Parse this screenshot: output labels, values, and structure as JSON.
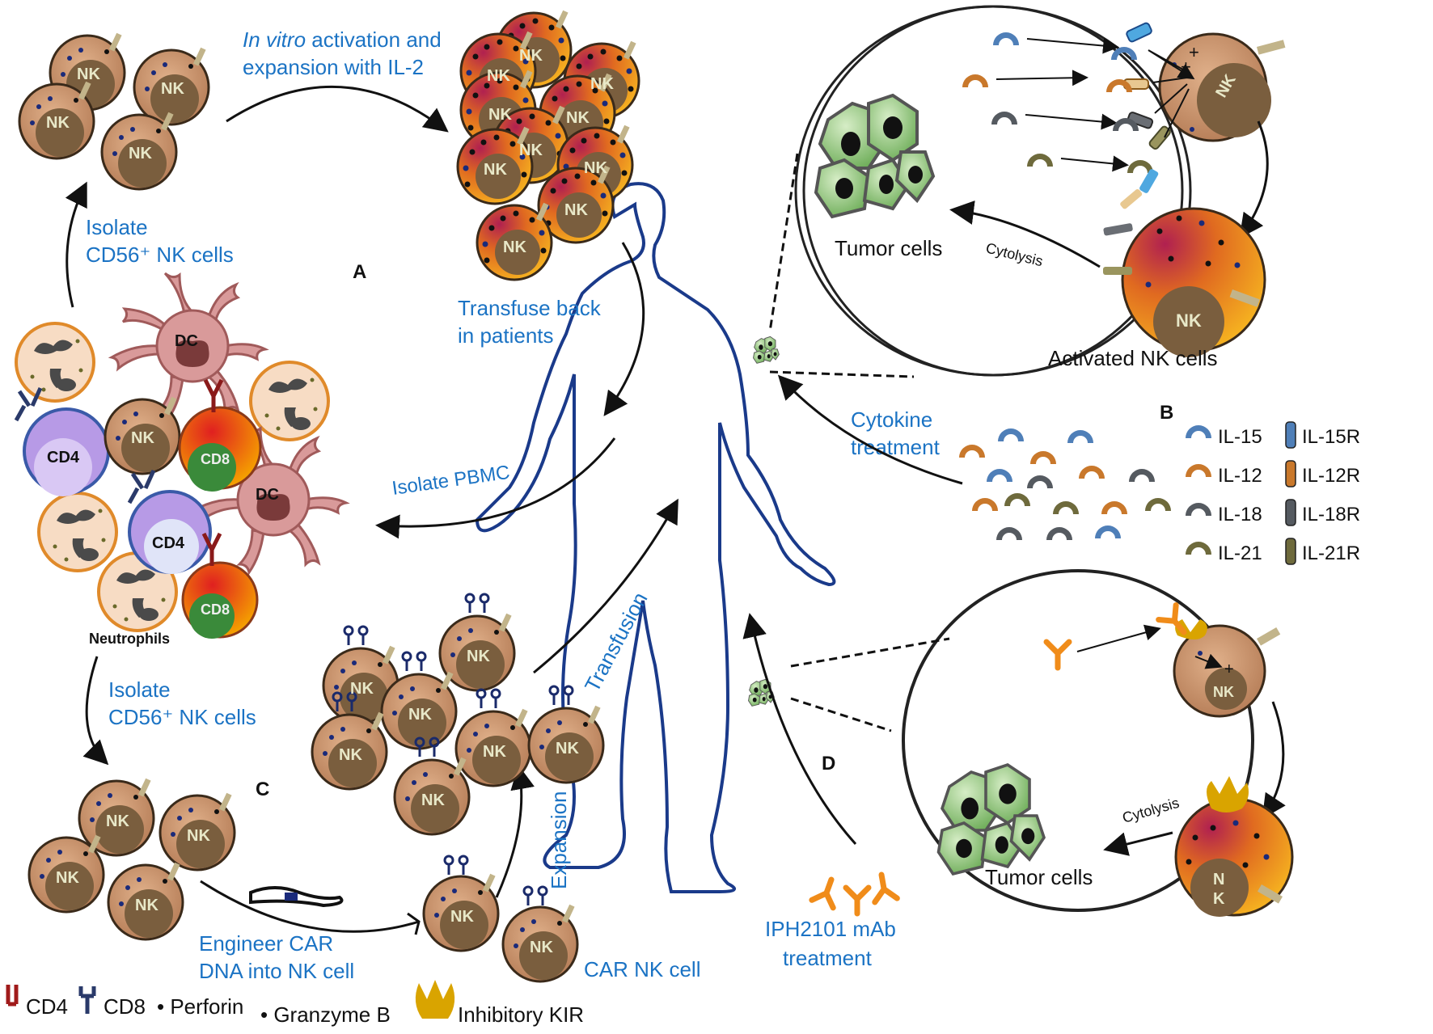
{
  "labels": {
    "A": "A",
    "B": "B",
    "C": "C",
    "D": "D",
    "nk": "NK",
    "dc": "DC",
    "cd4": "CD4",
    "cd8": "CD8",
    "in_vitro": "In vitro",
    "activation_1_rest": " activation and",
    "activation_2": "expansion with IL-2",
    "isolate_a_1": "Isolate",
    "isolate_a_2": "CD56⁺ NK cells",
    "transfuse_1": "Transfuse back",
    "transfuse_2": "in patients",
    "isolate_pbmc": "Isolate PBMC",
    "neutrophils": "Neutrophils",
    "isolate_c_1": "Isolate",
    "isolate_c_2": "CD56⁺ NK cells",
    "engineer_1": "Engineer CAR",
    "engineer_2": "DNA into NK cell",
    "car_nk": "CAR NK cell",
    "expansion": "Expansion",
    "transfusion": "Transfusion",
    "cytokine_1": "Cytokine",
    "cytokine_2": "treatment",
    "tumor_cells_b": "Tumor cells",
    "cytolysis_b": "Cytolysis",
    "activated_nk": "Activated NK cells",
    "tumor_cells_d": "Tumor cells",
    "cytolysis_d": "Cytolysis",
    "iph_1": "IPH2101 mAb",
    "iph_2": "treatment",
    "nk_d_1": "N",
    "nk_d_2": "K"
  },
  "cytokine_legend": [
    {
      "ligand": "IL-15",
      "receptor": "IL-15R",
      "color": "#4f7fb8"
    },
    {
      "ligand": "IL-12",
      "receptor": "IL-12R",
      "color": "#c9782b"
    },
    {
      "ligand": "IL-18",
      "receptor": "IL-18R",
      "color": "#555a60"
    },
    {
      "ligand": "IL-21",
      "receptor": "IL-21R",
      "color": "#6e6a3c"
    }
  ],
  "bottom_legend": {
    "cd4": "CD4",
    "cd8": "CD8",
    "perforin": "• Perforin",
    "granzyme": "• Granzyme B",
    "kir": "Inhibitory KIR"
  },
  "colors": {
    "label_blue": "#1b73c4",
    "nk_body": "#c8906a",
    "nk_nucleus": "#7a5e3e",
    "activated_nk": "#e8902a",
    "tumor": "#8fc27a",
    "body_outline": "#1a3a8a",
    "dc": "#d99a9a",
    "cd4": "#b79ae6",
    "cd8": "#f07a1a",
    "neutrophil": "#f5dcc0",
    "kir": "#d9a400",
    "antibody": "#f08c1a"
  }
}
